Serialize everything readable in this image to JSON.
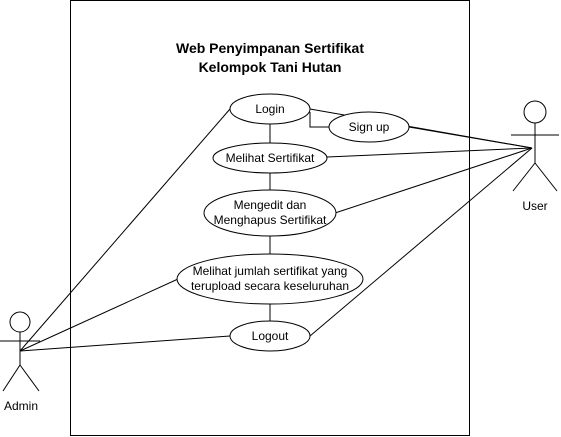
{
  "system": {
    "title_line1": "Web Penyimpanan Sertifikat",
    "title_line2": "Kelompok Tani Hutan"
  },
  "use_cases": {
    "login": "Login",
    "signup": "Sign up",
    "melihat": "Melihat Sertifikat",
    "mengedit_line1": "Mengedit dan",
    "mengedit_line2": "Menghapus Sertifikat",
    "jumlah_line1": "Melihat jumlah sertifikat yang",
    "jumlah_line2": "terupload secara keseluruhan",
    "logout": "Logout"
  },
  "actors": {
    "user": "User",
    "admin": "Admin"
  }
}
